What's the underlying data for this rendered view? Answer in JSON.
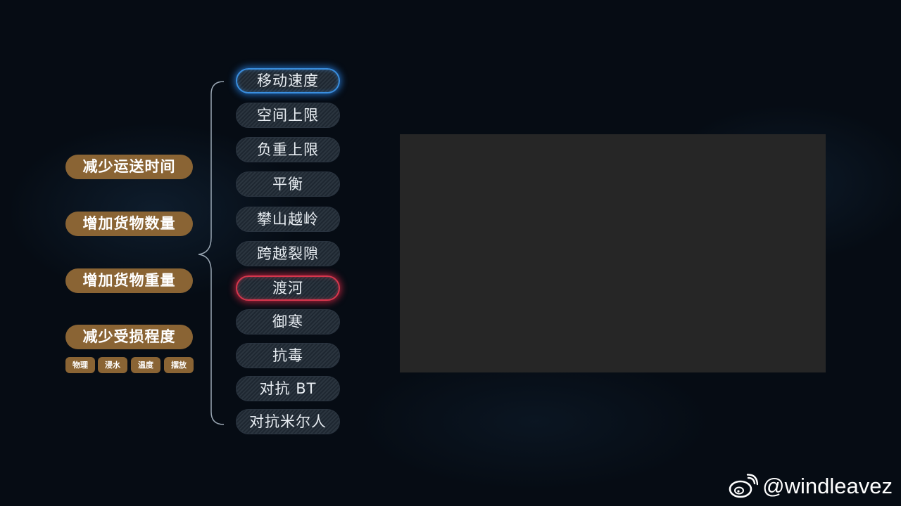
{
  "goals": [
    {
      "label": "减少运送时间"
    },
    {
      "label": "增加货物数量"
    },
    {
      "label": "增加货物重量"
    },
    {
      "label": "减少受损程度"
    }
  ],
  "damage_types": [
    "物理",
    "浸水",
    "温度",
    "摆放"
  ],
  "features": [
    {
      "label": "移动速度",
      "highlight": "blue"
    },
    {
      "label": "空间上限",
      "highlight": ""
    },
    {
      "label": "负重上限",
      "highlight": ""
    },
    {
      "label": "平衡",
      "highlight": ""
    },
    {
      "label": "攀山越岭",
      "highlight": ""
    },
    {
      "label": "跨越裂隙",
      "highlight": ""
    },
    {
      "label": "渡河",
      "highlight": "red"
    },
    {
      "label": "御寒",
      "highlight": ""
    },
    {
      "label": "抗毒",
      "highlight": ""
    },
    {
      "label": "对抗 BT",
      "highlight": ""
    },
    {
      "label": "对抗米尔人",
      "highlight": ""
    }
  ],
  "watermark": {
    "icon": "weibo-icon",
    "handle": "@windleavez"
  },
  "colors": {
    "goal_pill": "#8a6434",
    "highlight_blue": "#3a8fe0",
    "highlight_red": "#d8364d",
    "background": "#060c14"
  }
}
